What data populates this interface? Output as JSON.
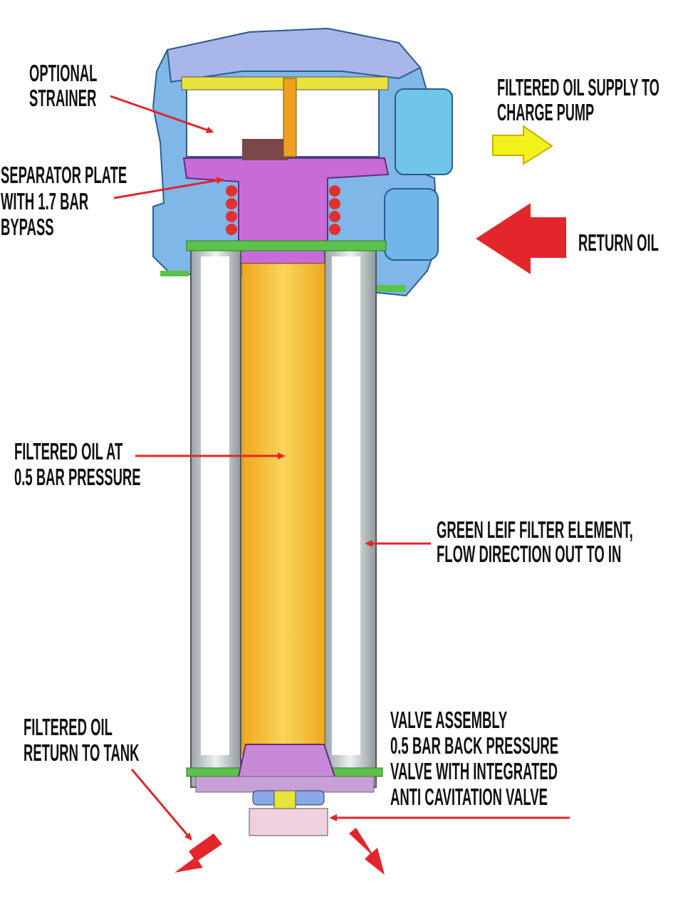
{
  "labels": {
    "strainer": [
      "OPTIONAL",
      "STRAINER"
    ],
    "separator": [
      "SEPARATOR PLATE",
      "WITH 1.7 BAR",
      "BYPASS"
    ],
    "supply": [
      "FILTERED OIL SUPPLY TO",
      "CHARGE PUMP"
    ],
    "return_oil": [
      "RETURN OIL"
    ],
    "pressure": [
      "FILTERED OIL AT",
      "0.5 BAR PRESSURE"
    ],
    "element": [
      "GREEN LEIF FILTER ELEMENT,",
      "FLOW DIRECTION OUT TO IN"
    ],
    "tank": [
      "FILTERED OIL",
      "RETURN TO TANK"
    ],
    "valve": [
      "VALVE ASSEMBLY",
      "0.5 BAR BACK PRESSURE",
      "VALVE WITH INTEGRATED",
      "ANTI CAVITATION VALVE"
    ]
  },
  "colors": {
    "housing": "#7fb8e8",
    "housing_top": "#a9b6ea",
    "core": "#f5c13a",
    "separator": "#c86ad8",
    "element": "#d8dde0",
    "seal": "#5cc24a",
    "arrow_red": "#e3262b",
    "arrow_yellow": "#f2f21a"
  }
}
